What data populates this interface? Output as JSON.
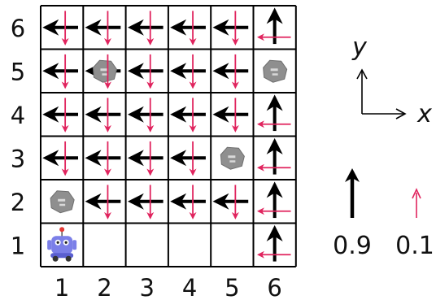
{
  "grid": {
    "columns": 6,
    "rows": 6,
    "x_labels": [
      "1",
      "2",
      "3",
      "4",
      "5",
      "6"
    ],
    "y_labels": [
      "1",
      "2",
      "3",
      "4",
      "5",
      "6"
    ]
  },
  "axes_legend": {
    "y_label": "y",
    "x_label": "x"
  },
  "probability_legend": {
    "major": {
      "value": "0.9",
      "color": "#000000"
    },
    "minor": {
      "value": "0.1",
      "color": "#e0245e"
    }
  },
  "colors": {
    "grid_line": "#000000",
    "major_arrow": "#000000",
    "minor_arrow": "#e0245e",
    "rock_fill": "#8f8f8f",
    "robot_body": "#7b7fe8",
    "robot_antenna": "#e53935"
  },
  "cells": [
    {
      "col": 1,
      "row": 6,
      "type": "move",
      "major": "left",
      "minor": "down"
    },
    {
      "col": 2,
      "row": 6,
      "type": "move",
      "major": "left",
      "minor": "down"
    },
    {
      "col": 3,
      "row": 6,
      "type": "move",
      "major": "left",
      "minor": "down"
    },
    {
      "col": 4,
      "row": 6,
      "type": "move",
      "major": "left",
      "minor": "down"
    },
    {
      "col": 5,
      "row": 6,
      "type": "move",
      "major": "left",
      "minor": "down"
    },
    {
      "col": 6,
      "row": 6,
      "type": "move",
      "major": "up",
      "minor": "left"
    },
    {
      "col": 1,
      "row": 5,
      "type": "move",
      "major": "left",
      "minor": "down"
    },
    {
      "col": 2,
      "row": 5,
      "type": "rock",
      "major": "left",
      "minor": "down"
    },
    {
      "col": 3,
      "row": 5,
      "type": "move",
      "major": "left",
      "minor": "down"
    },
    {
      "col": 4,
      "row": 5,
      "type": "move",
      "major": "left",
      "minor": "down"
    },
    {
      "col": 5,
      "row": 5,
      "type": "move",
      "major": "left",
      "minor": "down"
    },
    {
      "col": 6,
      "row": 5,
      "type": "rock"
    },
    {
      "col": 1,
      "row": 4,
      "type": "move",
      "major": "left",
      "minor": "down"
    },
    {
      "col": 2,
      "row": 4,
      "type": "move",
      "major": "left",
      "minor": "down"
    },
    {
      "col": 3,
      "row": 4,
      "type": "move",
      "major": "left",
      "minor": "down"
    },
    {
      "col": 4,
      "row": 4,
      "type": "move",
      "major": "left",
      "minor": "down"
    },
    {
      "col": 5,
      "row": 4,
      "type": "move",
      "major": "left",
      "minor": "down"
    },
    {
      "col": 6,
      "row": 4,
      "type": "move",
      "major": "up",
      "minor": "left"
    },
    {
      "col": 1,
      "row": 3,
      "type": "move",
      "major": "left",
      "minor": "down"
    },
    {
      "col": 2,
      "row": 3,
      "type": "move",
      "major": "left",
      "minor": "down"
    },
    {
      "col": 3,
      "row": 3,
      "type": "move",
      "major": "left",
      "minor": "down"
    },
    {
      "col": 4,
      "row": 3,
      "type": "move",
      "major": "left",
      "minor": "down"
    },
    {
      "col": 5,
      "row": 3,
      "type": "rock"
    },
    {
      "col": 6,
      "row": 3,
      "type": "move",
      "major": "up",
      "minor": "left"
    },
    {
      "col": 1,
      "row": 2,
      "type": "rock"
    },
    {
      "col": 2,
      "row": 2,
      "type": "move",
      "major": "left",
      "minor": "down"
    },
    {
      "col": 3,
      "row": 2,
      "type": "move",
      "major": "left",
      "minor": "down"
    },
    {
      "col": 4,
      "row": 2,
      "type": "move",
      "major": "left",
      "minor": "down"
    },
    {
      "col": 5,
      "row": 2,
      "type": "move",
      "major": "left",
      "minor": "down"
    },
    {
      "col": 6,
      "row": 2,
      "type": "move",
      "major": "up",
      "minor": "left"
    },
    {
      "col": 1,
      "row": 1,
      "type": "robot"
    },
    {
      "col": 2,
      "row": 1,
      "type": "empty"
    },
    {
      "col": 3,
      "row": 1,
      "type": "empty"
    },
    {
      "col": 4,
      "row": 1,
      "type": "empty"
    },
    {
      "col": 5,
      "row": 1,
      "type": "empty"
    },
    {
      "col": 6,
      "row": 1,
      "type": "move",
      "major": "up",
      "minor": "left"
    }
  ]
}
